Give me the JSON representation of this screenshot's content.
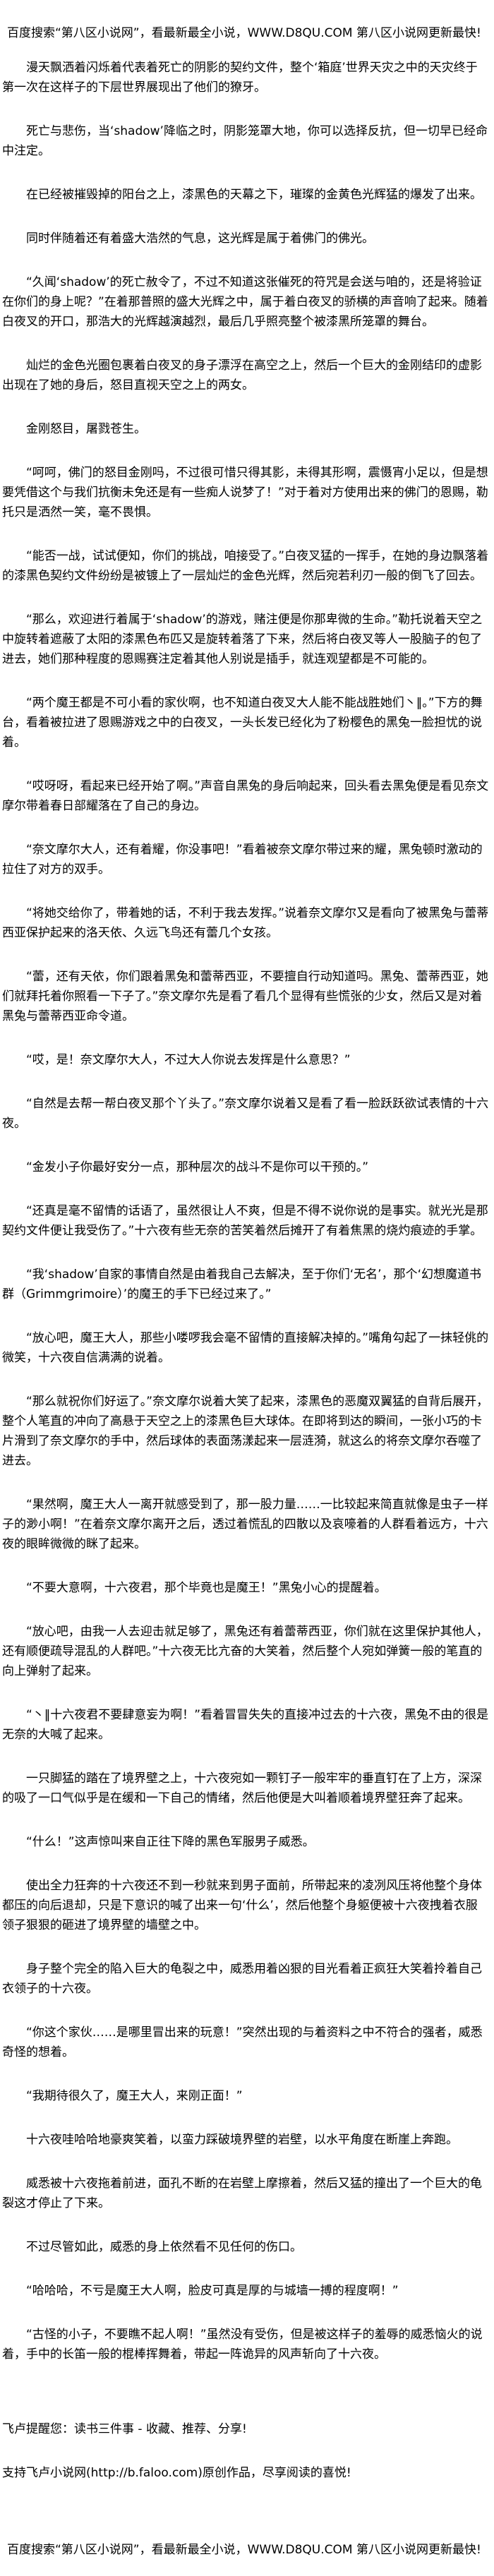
{
  "banner": "百度搜索“第八区小说网”，看最新最全小说，WWW.D8QU.COM  第八区小说网更新最快!",
  "paragraphs": [
    "漫天飘洒着闪烁着代表着死亡的阴影的契约文件，整个‘箱庭’世界天灾之中的天灾终于第一次在这样子的下层世界展现出了他们的獠牙。",
    "死亡与悲伤，当‘shadow’降临之时，阴影笼罩大地，你可以选择反抗，但一切早已经命中注定。",
    "在已经被摧毁掉的阳台之上，漆黑色的天幕之下，璀璨的金黄色光辉猛的爆发了出来。",
    "同时伴随着还有着盛大浩然的气息，这光辉是属于着佛门的佛光。",
    "“久闻‘shadow’的死亡赦令了，不过不知道这张催死的符咒是会送与咱的，还是将验证在你们的身上呢？”在着那普照的盛大光辉之中，属于着白夜叉的骄横的声音响了起来。随着白夜叉的开口，那浩大的光辉越演越烈，最后几乎照亮整个被漆黑所笼罩的舞台。",
    "灿烂的金色光圈包裹着白夜叉的身子漂浮在高空之上，然后一个巨大的金刚结印的虚影出现在了她的身后，怒目直视天空之上的两女。",
    "金刚怒目，屠戮苍生。",
    "“呵呵，佛门的怒目金刚吗，不过很可惜只得其影，未得其形啊，震慑宵小足以，但是想要凭借这个与我们抗衡未免还是有一些痴人说梦了！”对于着对方使用出来的佛门的恩赐，勒托只是洒然一笑，毫不畏惧。",
    "“能否一战，试试便知，你们的挑战，咱接受了。”白夜叉猛的一挥手，在她的身边飘落着的漆黑色契约文件纷纷是被镀上了一层灿烂的金色光辉，然后宛若利刃一般的倒飞了回去。",
    "“那么，欢迎进行着属于‘shadow’的游戏，赌注便是你那卑微的生命。”勒托说着天空之中旋转着遮蔽了太阳的漆黑色布匹又是旋转着落了下来，然后将白夜叉等人一股脑子的包了进去，她们那种程度的恩赐赛注定着其他人别说是插手，就连观望都是不可能的。",
    "“两个魔王都是不可小看的家伙啊，也不知道白夜叉大人能不能战胜她们丶‖。”下方的舞台，看着被拉进了恩赐游戏之中的白夜叉，一头长发已经化为了粉樱色的黑兔一脸担忧的说着。",
    "“哎呀呀，看起来已经开始了啊。”声音自黑兔的身后响起来，回头看去黑兔便是看见奈文摩尔带着春日部耀落在了自己的身边。",
    "“奈文摩尔大人，还有着耀，你没事吧！”看着被奈文摩尔带过来的耀，黑兔顿时激动的拉住了对方的双手。",
    "“将她交给你了，带着她的话，不利于我去发挥。”说着奈文摩尔又是看向了被黑兔与蕾蒂西亚保护起来的洛天依、久远飞鸟还有蕾几个女孩。",
    "“蕾，还有天依，你们跟着黑兔和蕾蒂西亚，不要擅自行动知道吗。黑兔、蕾蒂西亚，她们就拜托着你照看一下子了。”奈文摩尔先是看了看几个显得有些慌张的少女，然后又是对着黑兔与蕾蒂西亚命令道。",
    "“哎，是！奈文摩尔大人，不过大人你说去发挥是什么意思？”",
    "“自然是去帮一帮白夜叉那个丫头了。”奈文摩尔说着又是看了看一脸跃跃欲试表情的十六夜。",
    "“金发小子你最好安分一点，那种层次的战斗不是你可以干预的。”",
    "“还真是毫不留情的话语了，虽然很让人不爽，但是不得不说你说的是事实。就光光是那契约文件便让我受伤了。”十六夜有些无奈的苦笑着然后摊开了有着焦黑的烧灼痕迹的手掌。",
    "“我‘shadow’自家的事情自然是由着我自己去解决，至于你们‘无名’，那个‘幻想魔道书群（Grimmgrimoire）’的魔王的手下已经过来了。”",
    "“放心吧，魔王大人，那些小喽啰我会毫不留情的直接解决掉的。”嘴角勾起了一抹轻佻的微笑，十六夜自信满满的说着。",
    "“那么就祝你们好运了。”奈文摩尔说着大笑了起来，漆黑色的恶魔双翼猛的自背后展开，整个人笔直的冲向了高悬于天空之上的漆黑色巨大球体。在即将到达的瞬间，一张小巧的卡片滑到了奈文摩尔的手中，然后球体的表面荡漾起来一层涟漪，就这么的将奈文摩尔吞噬了进去。",
    "“果然啊，魔王大人一离开就感受到了，那一股力量……一比较起来简直就像是虫子一样子的渺小啊！”在着奈文摩尔离开之后，透过着慌乱的四散以及哀嚎着的人群看着远方，十六夜的眼眸微微的眯了起来。",
    "“不要大意啊，十六夜君，那个毕竟也是魔王！”黑兔小心的提醒着。",
    "“放心吧，由我一人去迎击就足够了，黑兔还有着蕾蒂西亚，你们就在这里保护其他人，还有顺便疏导混乱的人群吧。”十六夜无比亢奋的大笑着，然后整个人宛如弹簧一般的笔直的向上弹射了起来。",
    "“丶‖十六夜君不要肆意妄为啊！”看着冒冒失失的直接冲过去的十六夜，黑兔不由的很是无奈的大喊了起来。",
    "一只脚猛的踏在了境界壁之上，十六夜宛如一颗钉子一般牢牢的垂直钉在了上方，深深的吸了一口气似乎是在缓和一下自己的情绪，然后他便是大叫着顺着境界壁狂奔了起来。",
    "“什么！”这声惊叫来自正往下降的黑色军服男子威悉。",
    "使出全力狂奔的十六夜还不到一秒就来到男子面前，所带起来的凌冽风压将他整个身体都压的向后退却，只是下意识的喊了出来一句‘什么’，然后他整个身躯便被十六夜拽着衣服领子狠狠的砸进了境界壁的墙壁之中。",
    "身子整个完全的陷入巨大的龟裂之中，威悉用着凶狠的目光看着正疯狂大笑着拎着自己衣领子的十六夜。",
    "“你这个家伙……是哪里冒出来的玩意！”突然出现的与着资料之中不符合的强者，威悉奇怪的想着。",
    "“我期待很久了，魔王大人，来刚正面！”",
    "十六夜哇哈哈地豪爽笑着，以蛮力踩破境界壁的岩壁，以水平角度在断崖上奔跑。",
    "威悉被十六夜拖着前进，面孔不断的在岩壁上摩擦着，然后又猛的撞出了一个巨大的龟裂这才停止了下来。",
    "不过尽管如此，威悉的身上依然看不见任何的伤口。",
    "“哈哈哈，不亏是魔王大人啊，脸皮可真是厚的与城墙一搏的程度啊！”",
    "“古怪的小子，不要瞧不起人啊！”虽然没有受伤，但是被这样子的羞辱的威悉恼火的说着，手中的长笛一般的棍棒挥舞着，带起一阵诡异的风声斩向了十六夜。"
  ],
  "footer": {
    "reminder": "飞卢提醒您：读书三件事 - 收藏、推荐、分享!",
    "support": "支持飞卢小说网(http://b.faloo.com)原创作品，尽享阅读的喜悦!"
  }
}
